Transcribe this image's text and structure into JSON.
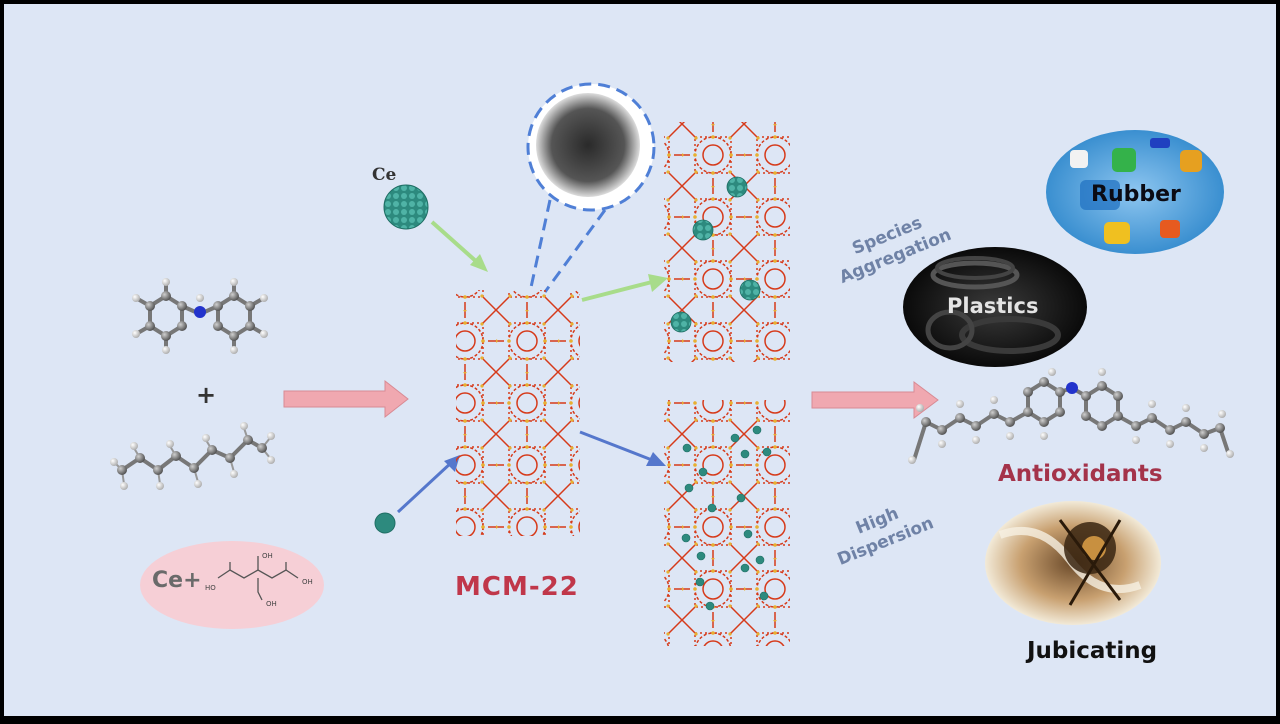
{
  "labels": {
    "mcm22": "MCM-22",
    "ce_top": "Ce",
    "ce_plus": "Ce+",
    "plus": "+",
    "species_line1": "Species",
    "species_line2": "Aggregation",
    "dispersion_line1": "High",
    "dispersion_line2": "Dispersion",
    "rubber": "Rubber",
    "plastics": "Plastics",
    "antioxidants": "Antioxidants",
    "jubicating": "Jubicating"
  },
  "citric_acid": {
    "oh_top": "OH",
    "ho_left": "HO",
    "oh_right": "OH",
    "oh_bottom": "OH"
  },
  "colors": {
    "background": "#dde6f5",
    "frame": "#000000",
    "pink_arrow": "#f0a8b0",
    "green_arrow": "#a8dc8a",
    "blue_arrow": "#5577cc",
    "framework_red": "#d63a1a",
    "framework_yellow": "#e8b030",
    "ce_teal": "#2d8a7e",
    "ce_pink_ellipse": "#f6cfd6",
    "nitrogen_blue": "#2233cc"
  }
}
